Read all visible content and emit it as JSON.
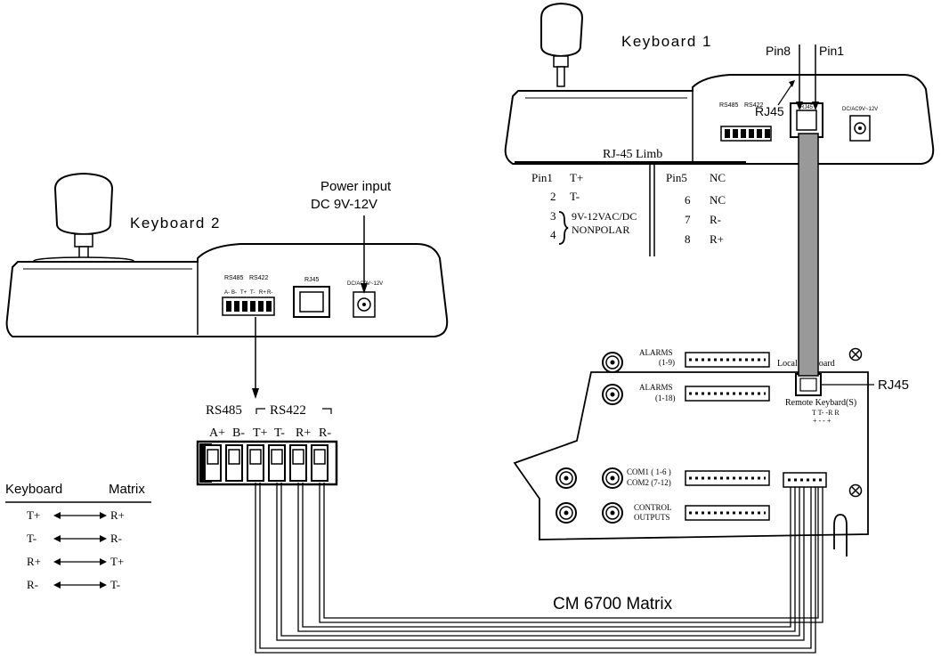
{
  "keyboard1": {
    "title": "Keyboard 1",
    "pin8_label": "Pin8",
    "pin1_label": "Pin1",
    "rj45_label": "RJ45",
    "port_rs485": "RS485",
    "port_rs422": "RS422",
    "port_rj45": "RJ45",
    "port_power": "DC/AC9V~12V"
  },
  "rj45_limb": {
    "title": "RJ-45 Limb",
    "left_pins": [
      {
        "pin": "Pin1",
        "signal": "T+"
      },
      {
        "pin": "2",
        "signal": "T-"
      },
      {
        "pin": "3",
        "signal": "9V-12VAC/DC"
      },
      {
        "pin": "4",
        "signal": "NONPOLAR"
      }
    ],
    "right_pins": [
      {
        "pin": "Pin5",
        "signal": "NC"
      },
      {
        "pin": "6",
        "signal": "NC"
      },
      {
        "pin": "7",
        "signal": "R-"
      },
      {
        "pin": "8",
        "signal": "R+"
      }
    ]
  },
  "keyboard2": {
    "title": "Keyboard 2",
    "power_title": "Power input",
    "power_spec": "DC 9V-12V",
    "port_rs485": "RS485",
    "port_rs422": "RS422",
    "port_rj45": "RJ45",
    "port_power": "DC/AC9V~12V",
    "pin_labels": [
      "A-",
      "B-",
      "T+",
      "T-",
      "R+",
      "R-"
    ]
  },
  "terminal": {
    "rs485_label": "RS485",
    "rs422_label": "RS422",
    "pins": [
      "A+",
      "B-",
      "T+",
      "T-",
      "R+",
      "R-"
    ]
  },
  "mapping_table": {
    "header_left": "Keyboard",
    "header_right": "Matrix",
    "rows": [
      {
        "keyboard": "T+",
        "matrix": "R+"
      },
      {
        "keyboard": "T-",
        "matrix": "R-"
      },
      {
        "keyboard": "R+",
        "matrix": "T+"
      },
      {
        "keyboard": "R-",
        "matrix": "T-"
      }
    ]
  },
  "matrix": {
    "title": "CM 6700 Matrix",
    "alarms1_label": "ALARMS",
    "alarms1_range": "(1-9)",
    "alarms2_label": "ALARMS",
    "alarms2_range": "(1-18)",
    "com1_label": "COM1 ( 1-6 )",
    "com2_label": "COM2 (7-12)",
    "control_label": "CONTROL",
    "outputs_label": "OUTPUTS",
    "local_keyboard": "Local Keyboard",
    "remote_keyboard": "Remote Keybard(S)",
    "rj45_label": "RJ45",
    "pin_letters_top": "T T- -R R",
    "pin_letters_bottom": "+ -     - +"
  }
}
